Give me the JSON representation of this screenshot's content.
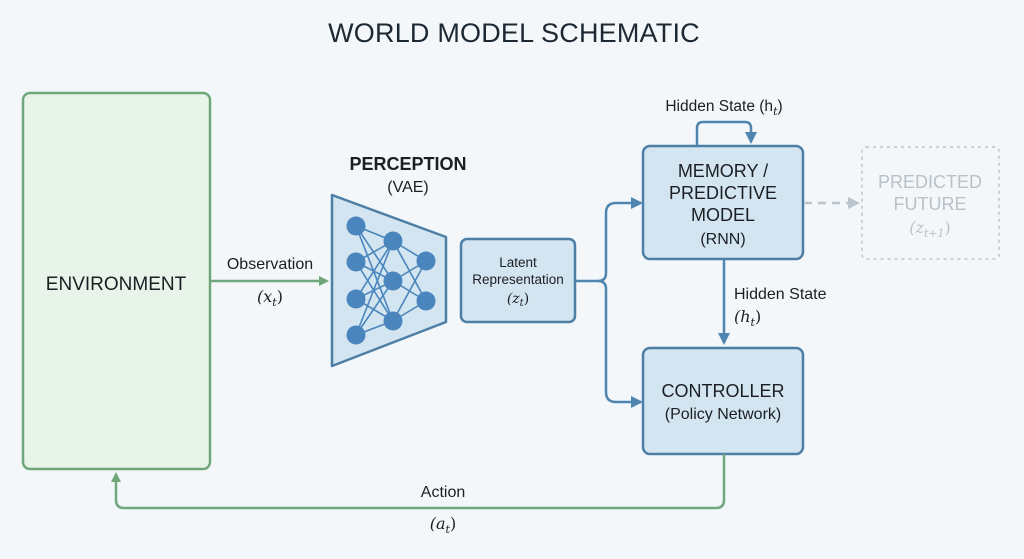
{
  "title": "WORLD MODEL SCHEMATIC",
  "colors": {
    "background": "#f3f7fa",
    "env_fill": "#e8f3e9",
    "env_stroke": "#6fa77a",
    "green_arrow": "#6fa77a",
    "blue_fill": "#d3e5f0",
    "blue_stroke": "#4d7fa6",
    "blue_arrow": "#4f86b0",
    "neuron": "#4a86bd",
    "ghost": "#c2c9cf"
  },
  "nodes": {
    "environment": {
      "label": "ENVIRONMENT"
    },
    "perception": {
      "title": "PERCEPTION",
      "subtitle": "(VAE)"
    },
    "latent": {
      "line1": "Latent",
      "line2": "Representation",
      "symbol": "(z",
      "symbol_sub": "t",
      "symbol_close": ")"
    },
    "memory": {
      "line1": "MEMORY /",
      "line2": "PREDICTIVE",
      "line3": "MODEL",
      "line4": "(RNN)"
    },
    "predicted": {
      "line1": "PREDICTED",
      "line2": "FUTURE",
      "symbol": "(z",
      "symbol_sub": "t+1",
      "symbol_close": ")"
    },
    "controller": {
      "line1": "CONTROLLER",
      "line2": "(Policy Network)"
    }
  },
  "edges": {
    "observation": {
      "label": "Observation",
      "symbol": "(x",
      "symbol_sub": "t",
      "symbol_close": ")"
    },
    "hidden_loop": {
      "label": "Hidden State (h",
      "symbol_sub": "t",
      "symbol_close": ")"
    },
    "hidden_down": {
      "label": "Hidden State",
      "symbol": "(h",
      "symbol_sub": "t",
      "symbol_close": ")"
    },
    "action": {
      "label": "Action",
      "symbol": "(a",
      "symbol_sub": "t",
      "symbol_close": ")"
    }
  },
  "vae_network": {
    "layers": [
      4,
      3,
      2
    ]
  }
}
